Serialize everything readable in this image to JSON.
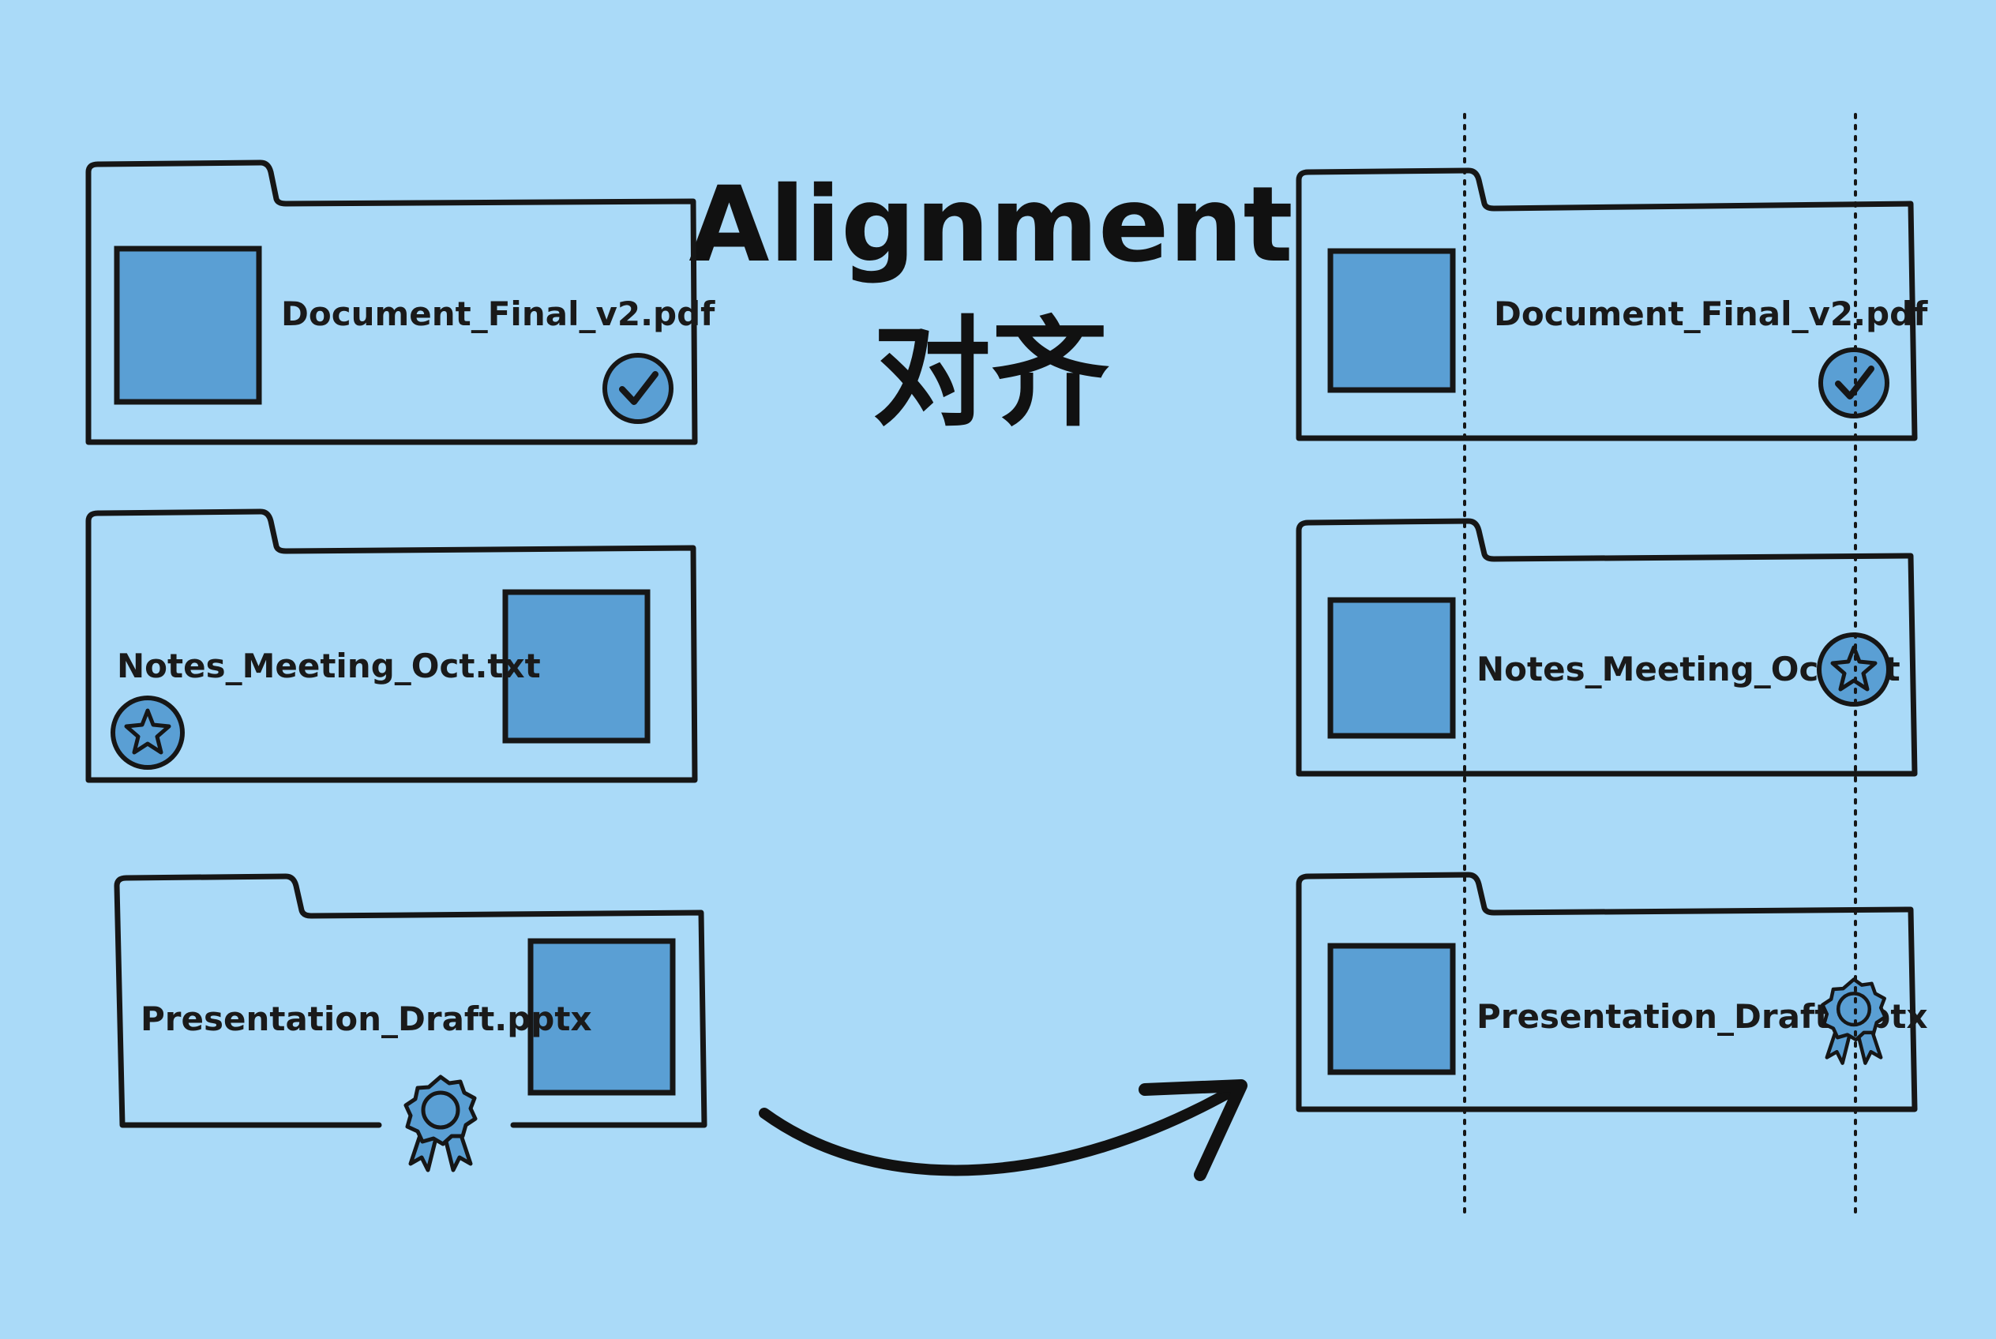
{
  "title": {
    "en": "Alignment",
    "zh": "对齐"
  },
  "colors": {
    "background": "#aadaf8",
    "thumbnail": "#5a9fd4",
    "badge": "#5a9fd4",
    "ink": "#161616"
  },
  "before": {
    "files": [
      {
        "name": "Document_Final_v2.pdf",
        "badge": "check-icon"
      },
      {
        "name": "Notes_Meeting_Oct.txt",
        "badge": "star-icon"
      },
      {
        "name": "Presentation_Draft.pptx",
        "badge": "ribbon-icon"
      }
    ]
  },
  "after": {
    "files": [
      {
        "name": "Document_Final_v2.pdf",
        "badge": "check-icon"
      },
      {
        "name": "Notes_Meeting_Oct.txt",
        "badge": "star-icon"
      },
      {
        "name": "Presentation_Draft.pptx",
        "badge": "ribbon-icon"
      }
    ]
  },
  "connector": {
    "icon": "curved-arrow-icon"
  },
  "guides": {
    "style": "dotted vertical alignment guides"
  }
}
